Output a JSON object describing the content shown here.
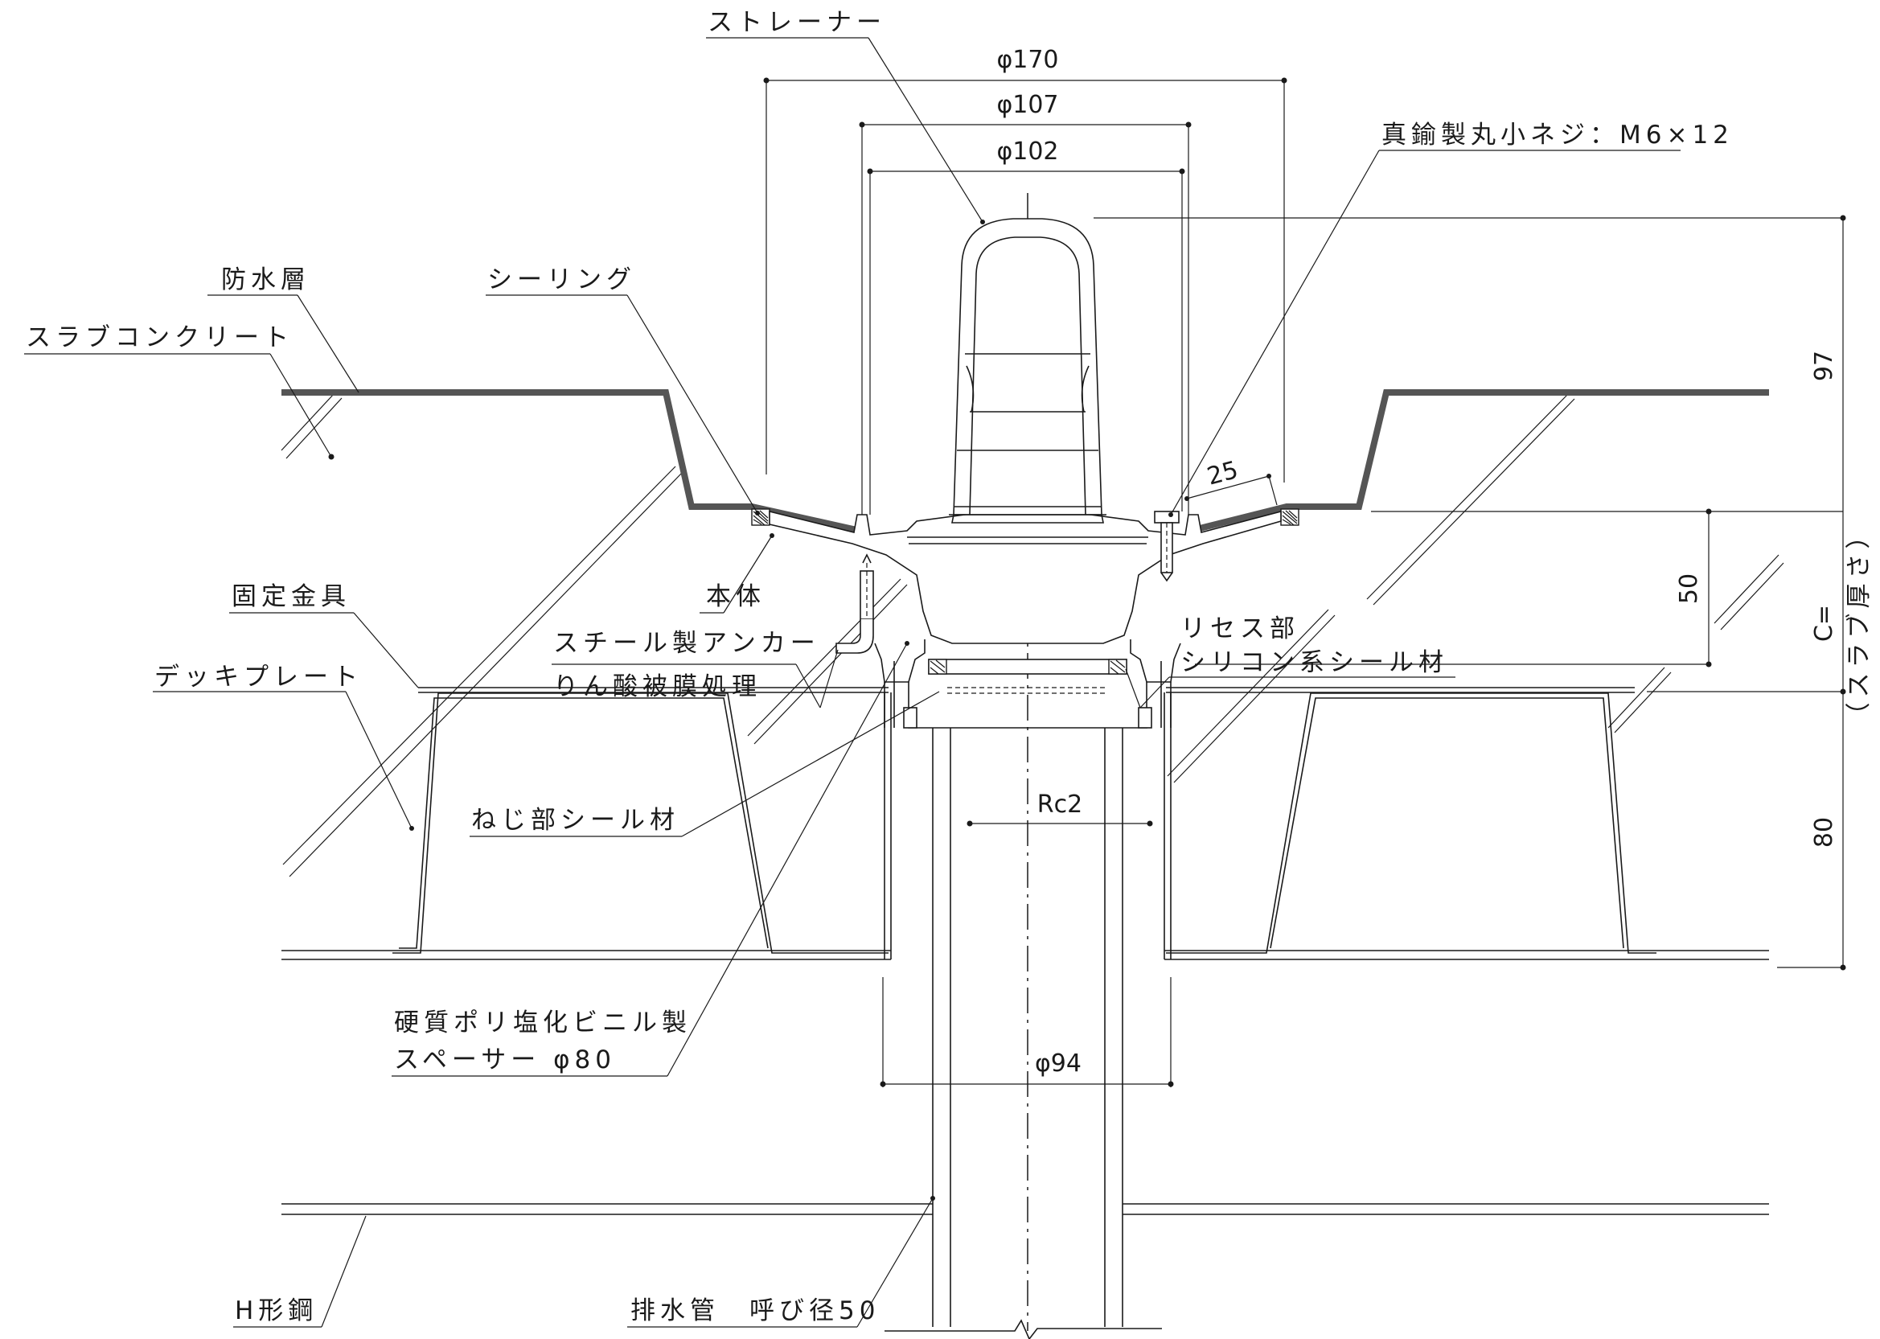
{
  "labels": {
    "strainer": "ストレーナー",
    "brass_screw": "真鍮製丸小ネジ：M6×12",
    "waterproof_layer": "防水層",
    "sealing": "シーリング",
    "slab_concrete": "スラブコンクリート",
    "body": "本体",
    "fixing_bracket": "固定金具",
    "steel_anchor_line1": "スチール製アンカー",
    "steel_anchor_line2": "りん酸被膜処理",
    "deck_plate": "デッキプレート",
    "recess_line1": "リセス部",
    "recess_line2": "シリコン系シール材",
    "spacer_line1": "硬質ポリ塩化ビニル製",
    "spacer_line2": "スペーサー φ80",
    "thread_seal": "ねじ部シール材",
    "h_steel": "H形鋼",
    "drain_pipe": "排水管　呼び径50"
  },
  "dimensions": {
    "d170": "φ170",
    "d107": "φ107",
    "d102": "φ102",
    "d94": "φ94",
    "rc2": "Rc2",
    "h97": "97",
    "h50": "50",
    "h80": "80",
    "h25": "25",
    "c_equals": "C=",
    "slab_thickness": "（スラブ厚さ）"
  }
}
